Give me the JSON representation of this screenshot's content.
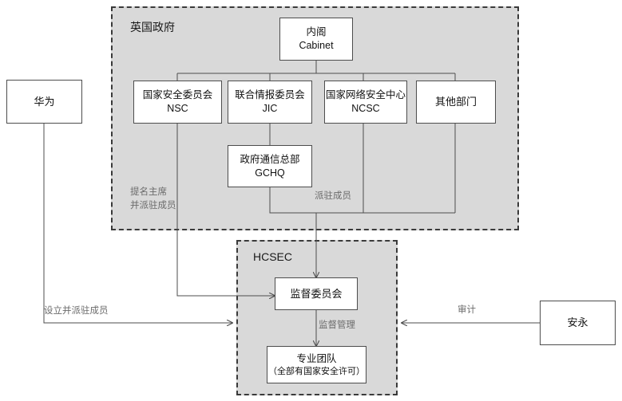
{
  "diagram": {
    "title_groups": [
      {
        "key": "uk_gov",
        "label": "英国政府"
      },
      {
        "key": "hcsec",
        "label": "HCSEC"
      }
    ],
    "nodes": {
      "cabinet": {
        "line1": "内阁",
        "line2": "Cabinet"
      },
      "nsc": {
        "line1": "国家安全委员会",
        "line2": "NSC"
      },
      "jic": {
        "line1": "联合情报委员会",
        "line2": "JIC"
      },
      "ncsc": {
        "line1": "国家网络安全中心",
        "line2": "NCSC"
      },
      "other": {
        "line1": "其他部门",
        "line2": ""
      },
      "gchq": {
        "line1": "政府通信总部",
        "line2": "GCHQ"
      },
      "huawei": {
        "line1": "华为",
        "line2": ""
      },
      "ey": {
        "line1": "安永",
        "line2": ""
      },
      "oversight": {
        "line1": "监督委员会",
        "line2": ""
      },
      "team": {
        "line1": "专业团队",
        "sub": "（全部有国家安全许可）"
      }
    },
    "edge_labels": {
      "nsc_to_oversight_l1": "提名主席",
      "nsc_to_oversight_l2": "并派驻成员",
      "gchq_to_oversight": "派驻成员",
      "huawei_to_hcsec": "设立并派驻成员",
      "ey_to_hcsec": "审计",
      "oversight_to_team": "监督管理"
    },
    "colors": {
      "group_fill": "#d9d9d9",
      "group_border": "#3a3a3a",
      "node_fill": "#ffffff",
      "node_border": "#4d4d4d",
      "wire": "#4d4d4d",
      "label_text": "#6b6b6b",
      "body_text": "#111111",
      "page_bg": "#ffffff"
    }
  }
}
